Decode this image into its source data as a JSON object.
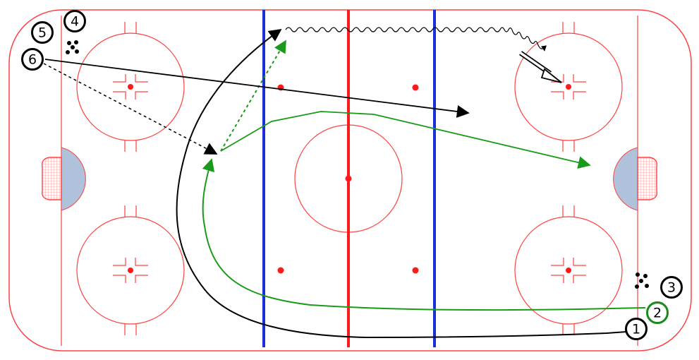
{
  "players": [
    {
      "id": "p1",
      "label": "1",
      "ring_color": "#000000"
    },
    {
      "id": "p2",
      "label": "2",
      "ring_color": "#1a8a1a"
    },
    {
      "id": "p3",
      "label": "3",
      "ring_color": "#000000"
    },
    {
      "id": "p4",
      "label": "4",
      "ring_color": "#000000"
    },
    {
      "id": "p5",
      "label": "5",
      "ring_color": "#000000"
    },
    {
      "id": "p6",
      "label": "6",
      "ring_color": "#000000"
    }
  ],
  "colors": {
    "boards": "#ff3b3b",
    "center_red_line": "#ff1a1a",
    "blue_line": "#1a2fd8",
    "crease": "#b0c1dc",
    "skater_black": "#000000",
    "skater_green": "#1a9a1a"
  },
  "icons": [
    "goal-net-icon",
    "puck-pile-icon",
    "shot-arrow-icon"
  ]
}
